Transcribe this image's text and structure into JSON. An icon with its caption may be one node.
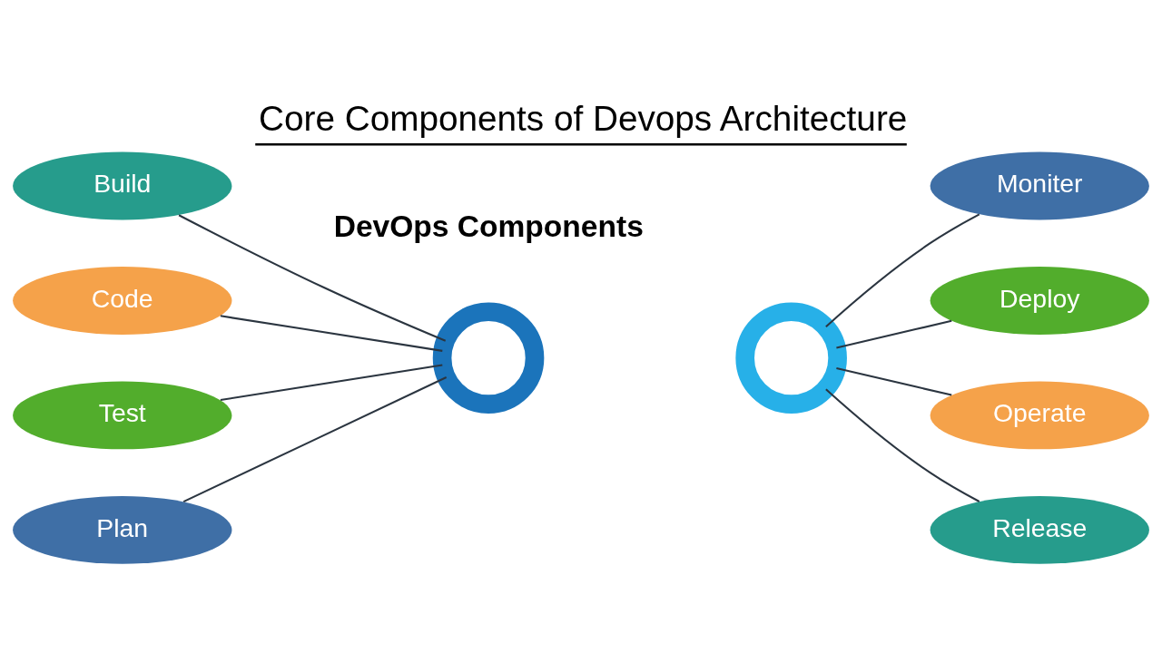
{
  "diagram": {
    "title": "Core Components of Devops Architecture",
    "nodes": [
      {
        "text": [
          "Build"
        ]
      },
      {
        "text": [
          "Code"
        ]
      },
      {
        "text": [
          "Test"
        ]
      },
      {
        "text": [
          "Plan"
        ]
      },
      {
        "text": [],
        "shape": "gear"
      },
      {
        "text": [],
        "shape": "gear"
      },
      {
        "text": [
          "Moniter"
        ]
      },
      {
        "text": [
          "Deploy"
        ]
      },
      {
        "text": [
          "Operate"
        ]
      },
      {
        "text": [
          "Release"
        ]
      }
    ],
    "edges": [
      {
        "from": 0,
        "to": 4,
        "arrow": "none"
      },
      {
        "from": 1,
        "to": 4,
        "arrow": "none"
      },
      {
        "from": 2,
        "to": 4,
        "arrow": "none"
      },
      {
        "from": 3,
        "to": 4,
        "arrow": "none"
      },
      {
        "from": 5,
        "to": 6,
        "arrow": "none"
      },
      {
        "from": 5,
        "to": 7,
        "arrow": "none"
      },
      {
        "from": 5,
        "to": 8,
        "arrow": "none"
      },
      {
        "from": 5,
        "to": 9,
        "arrow": "none"
      }
    ],
    "labels": [
      "DevOps Components"
    ]
  }
}
